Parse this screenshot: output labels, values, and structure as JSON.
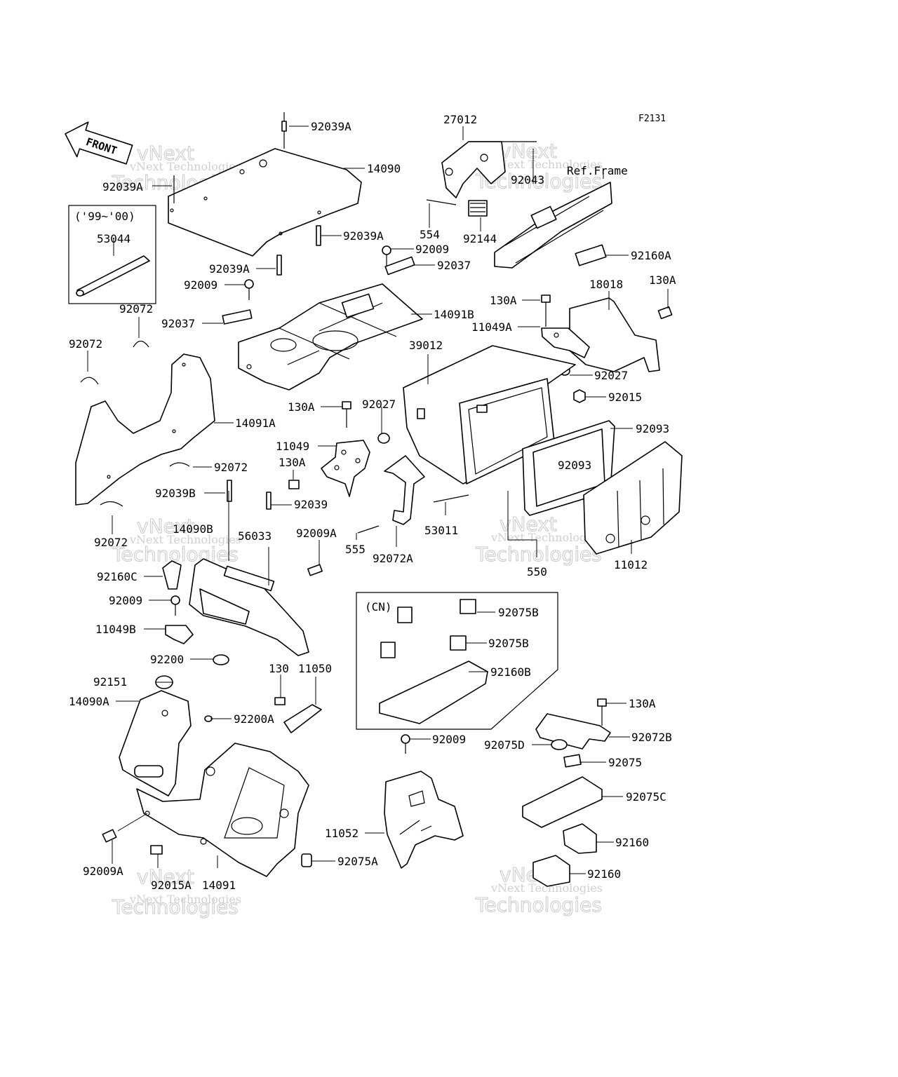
{
  "figure_code": "F2131",
  "front_arrow": "FRONT",
  "ref_frame": "Ref.Frame",
  "box_99_00": "('99~'00)",
  "box_cn": "(CN)",
  "watermark": {
    "line1": "vNext",
    "line2": "Technologies",
    "small": "vNext Technologies"
  },
  "parts": {
    "p92039A_1": "92039A",
    "p14090": "14090",
    "p92039A_2": "92039A",
    "p92039A_3": "92039A",
    "p92039A_4": "92039A",
    "p53044": "53044",
    "p92009_1": "92009",
    "p92009_2": "92009",
    "p92037_1": "92037",
    "p92037_2": "92037",
    "p14091B": "14091B",
    "p92072_1": "92072",
    "p92072_2": "92072",
    "p92072_3": "92072",
    "p92072_4": "92072",
    "p14091A": "14091A",
    "p27012": "27012",
    "p92043": "92043",
    "p554": "554",
    "p92144": "92144",
    "p92160A": "92160A",
    "p18018": "18018",
    "p130A_1": "130A",
    "p130A_2": "130A",
    "p11049A": "11049A",
    "p39012": "39012",
    "p92027_1": "92027",
    "p92027_2": "92027",
    "p92015": "92015",
    "p92093_1": "92093",
    "p92093_2": "92093",
    "p130A_3": "130A",
    "p11049": "11049",
    "p130A_4": "130A",
    "p92039B": "92039B",
    "p92039": "92039",
    "p14090B": "14090B",
    "p56033": "56033",
    "p92009A_1": "92009A",
    "p53011": "53011",
    "p555": "555",
    "p92072A": "92072A",
    "p550": "550",
    "p11012": "11012",
    "p92160C": "92160C",
    "p92009_3": "92009",
    "p11049B": "11049B",
    "p92200": "92200",
    "p92075B_1": "92075B",
    "p92075B_2": "92075B",
    "p92160B": "92160B",
    "p130": "130",
    "p11050": "11050",
    "p92151": "92151",
    "p14090A": "14090A",
    "p92200A": "92200A",
    "p130A_5": "130A",
    "p92072B": "92072B",
    "p92009_4": "92009",
    "p92075D": "92075D",
    "p92075": "92075",
    "p92075C": "92075C",
    "p11052": "11052",
    "p92160_1": "92160",
    "p92160_2": "92160",
    "p92009A_2": "92009A",
    "p92075A": "92075A",
    "p92015A": "92015A",
    "p14091": "14091"
  }
}
